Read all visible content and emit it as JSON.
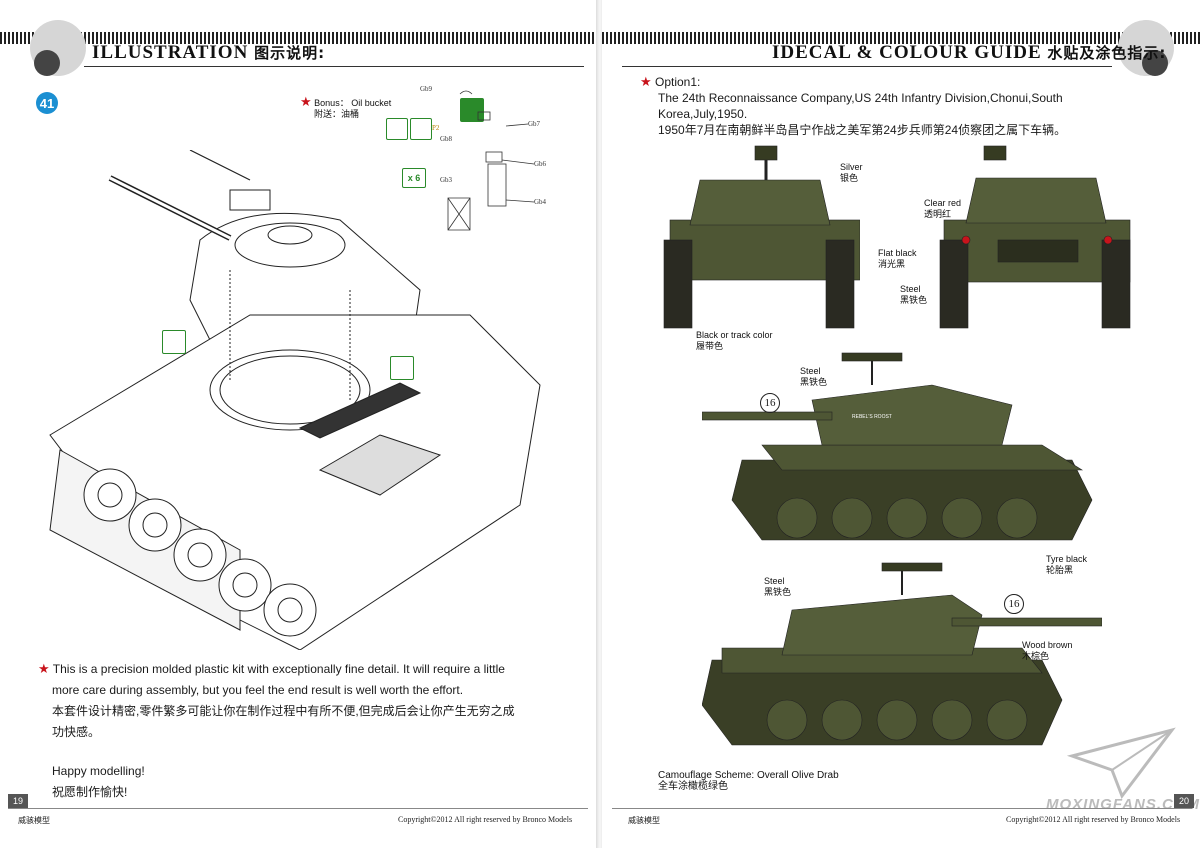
{
  "left_page": {
    "header_title": "ILLUSTRATION",
    "header_cn": "图示说明:",
    "step_number": "41",
    "bonus_label": "Bonus： Oil bucket",
    "bonus_label_cn": "附送：油桶",
    "parts": [
      "Gb9",
      "Gb7",
      "P2",
      "Gb8",
      "Gb6",
      "Gb3",
      "Gb4"
    ],
    "quantity_label": "x 6",
    "notes": [
      "This is a precision molded plastic kit with exceptionally fine detail. It will require a little",
      "more care during assembly, but you feel the end result is well worth the effort.",
      "本套件设计精密,零件繁多可能让你在制作过程中有所不便,但完成后会让你产生无穷之成",
      "功快感。"
    ],
    "closing": [
      "Happy modelling!",
      "祝愿制作愉快!"
    ],
    "page_number": "19",
    "footer_brand": "威骇模型",
    "footer_copyright": "Copyright©2012  All right reserved by Bronco Models"
  },
  "right_page": {
    "header_title": "IDECAL & COLOUR GUIDE",
    "header_cn": "水贴及涂色指示:",
    "option_title": "Option1:",
    "option_desc_1": "The 24th Reconnaissance Company,US 24th Infantry Division,Chonui,South",
    "option_desc_2": "Korea,July,1950.",
    "option_desc_cn": "1950年7月在南朝鲜半岛昌宁作战之美军第24步兵师第24侦察团之属下车辆。",
    "callouts": {
      "silver": "Silver",
      "silver_cn": "银色",
      "clear_red": "Clear red",
      "clear_red_cn": "透明红",
      "flat_black": "Flat black",
      "flat_black_cn": "消光黑",
      "steel_front": "Steel",
      "steel_front_cn": "黑铁色",
      "track": "Black or track color",
      "track_cn": "履带色",
      "steel_side": "Steel",
      "steel_side_cn": "黑铁色",
      "tyre": "Tyre black",
      "tyre_cn": "轮胎黑",
      "steel_side2": "Steel",
      "steel_side2_cn": "黑铁色",
      "wood": "Wood brown",
      "wood_cn": "木棕色"
    },
    "decal_number": "16",
    "turret_marking": "REBEL'S ROOST",
    "camo_label": "Camouflage Scheme: Overall Olive Drab",
    "camo_label_cn": "全车涂橄榄绿色",
    "page_number": "20",
    "footer_brand": "威骇模型",
    "footer_copyright": "Copyright©2012  All right reserved by Bronco Models",
    "watermark": "MOXINGFANS.COM"
  },
  "colors": {
    "olive": "#4e5634",
    "olive_dark": "#363b22",
    "accent_blue": "#1b8fd2",
    "star_red": "#c8141c",
    "icon_green": "#2a8a2a"
  }
}
